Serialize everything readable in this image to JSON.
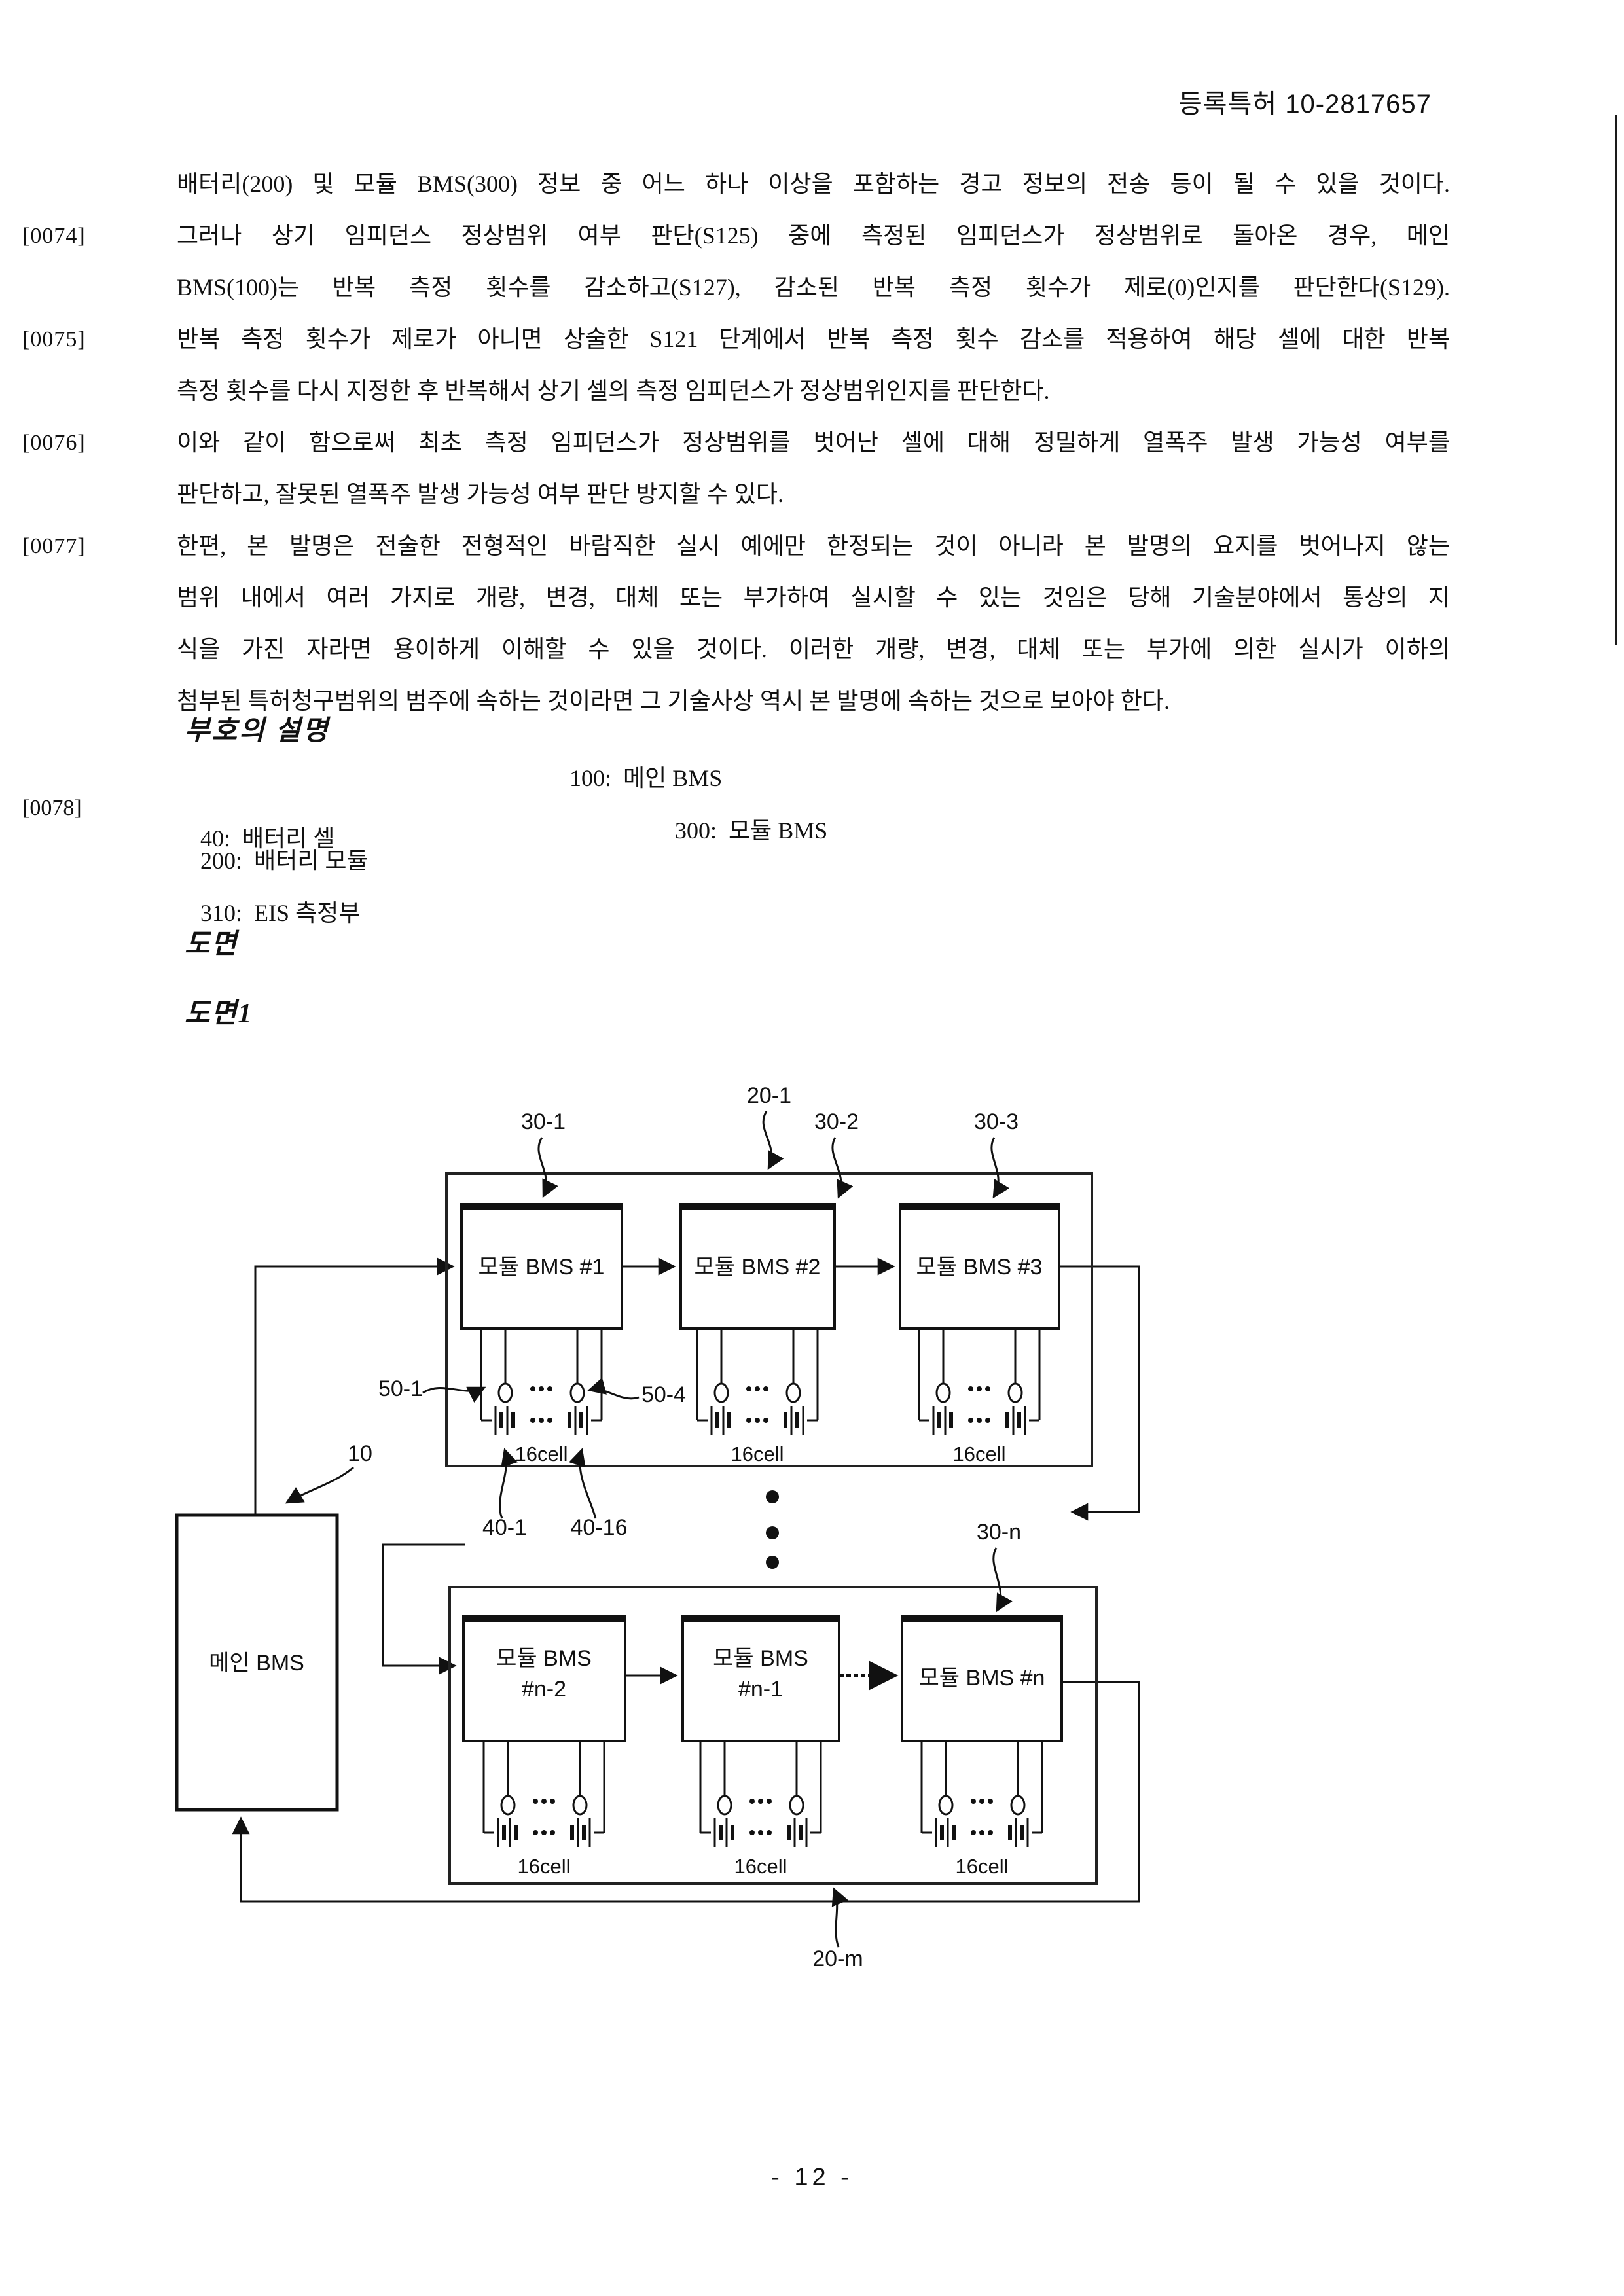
{
  "doc": {
    "header": "등록특허  10-2817657",
    "page_number": "- 12 -"
  },
  "paragraphs": [
    {
      "num": "",
      "lines": [
        {
          "t": "배터리(200) 및 모듈 BMS(300) 정보 중 어느 하나 이상을 포함하는 경고 정보의 전송 등이 될 수 있을 것이다.",
          "j": true
        }
      ]
    },
    {
      "num": "[0074]",
      "lines": [
        {
          "t": "그러나 상기 임피던스 정상범위 여부 판단(S125) 중에 측정된 임피던스가 정상범위로 돌아온 경우, 메인",
          "j": true
        },
        {
          "t": "BMS(100)는 반복 측정 횟수를 감소하고(S127), 감소된 반복 측정 횟수가 제로(0)인지를 판단한다(S129).",
          "j": true
        }
      ]
    },
    {
      "num": "[0075]",
      "lines": [
        {
          "t": "반복 측정 횟수가 제로가 아니면 상술한 S121 단계에서 반복 측정 횟수 감소를 적용하여 해당 셀에 대한 반복",
          "j": true
        },
        {
          "t": "측정 횟수를 다시 지정한 후 반복해서 상기 셀의 측정 임피던스가 정상범위인지를 판단한다.",
          "j": false
        }
      ]
    },
    {
      "num": "[0076]",
      "lines": [
        {
          "t": "이와 같이 함으로써 최초 측정 임피던스가 정상범위를 벗어난 셀에 대해 정밀하게 열폭주 발생 가능성 여부를",
          "j": true
        },
        {
          "t": "판단하고, 잘못된 열폭주 발생 가능성 여부 판단 방지할 수 있다.",
          "j": false
        }
      ]
    },
    {
      "num": "[0077]",
      "lines": [
        {
          "t": "한편, 본 발명은 전술한 전형적인 바람직한 실시 예에만 한정되는 것이 아니라 본 발명의 요지를 벗어나지 않는",
          "j": true
        },
        {
          "t": "범위 내에서 여러 가지로 개량, 변경, 대체 또는 부가하여 실시할 수 있는 것임은 당해 기술분야에서 통상의 지",
          "j": true
        },
        {
          "t": "식을 가진 자라면 용이하게 이해할 수 있을 것이다. 이러한 개량, 변경, 대체 또는 부가에 의한 실시가 이하의",
          "j": true
        },
        {
          "t": "첨부된 특허청구범위의 범주에 속하는 것이라면 그 기술사상 역시 본 발명에 속하는 것으로 보아야 한다.",
          "j": false
        }
      ]
    }
  ],
  "refs": {
    "heading": "부호의 설명",
    "para_num": "[0078]",
    "rows": [
      {
        "left": "40:  배터리 셀",
        "right": "100:  메인 BMS"
      },
      {
        "left": "200:  배터리 모듈",
        "right": "300:  모듈 BMS"
      },
      {
        "left": "310:  EIS 측정부",
        "right": ""
      }
    ],
    "drawings_heading": "도면",
    "figure_heading": "도면1"
  },
  "figure": {
    "main_bms_label": "메인 BMS",
    "cell_label": "16cell",
    "group1": {
      "modules": [
        "모듈 BMS #1",
        "모듈 BMS #2",
        "모듈 BMS #3"
      ]
    },
    "group2": {
      "modules_l1": [
        "모듈 BMS",
        "모듈 BMS",
        "모듈 BMS #n"
      ],
      "modules_l2": [
        "#n-2",
        "#n-1",
        ""
      ]
    },
    "labels": {
      "b30_1": "30-1",
      "b20_1": "20-1",
      "b30_2": "30-2",
      "b30_3": "30-3",
      "b50_1": "50-1",
      "b50_4": "50-4",
      "b10": "10",
      "b40_1": "40-1",
      "b40_16": "40-16",
      "b30_n": "30-n",
      "b20_m": "20-m"
    }
  }
}
